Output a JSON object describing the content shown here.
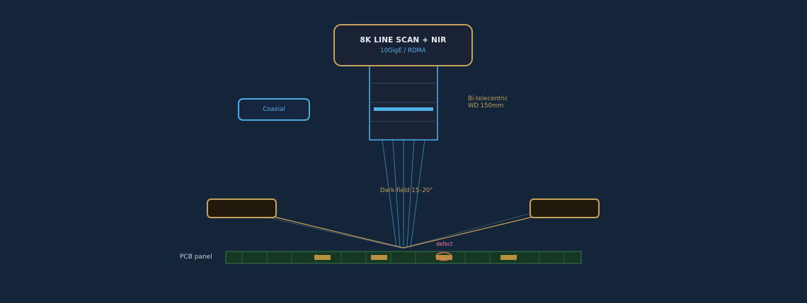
{
  "camera": {
    "title": "8K LINE SCAN + NIR",
    "subtitle": "10GigE / RDMA"
  },
  "lens": {
    "line1": "Bi-telecentric",
    "line2": "WD 150mm"
  },
  "coaxial_light": {
    "label": "Coaxial"
  },
  "darkfield": {
    "label": "Dark-field 15–20°"
  },
  "defect": {
    "label": "defect"
  },
  "pcb": {
    "label": "PCB panel",
    "component_count": 4
  },
  "colors": {
    "background": "#14253a",
    "gold": "#c6a25a",
    "blue": "#4aa9df",
    "pcb_green": "#163822",
    "pcb_border": "#2d6b45",
    "defect": "#e06a60",
    "defect_text": "#f07aa0"
  }
}
